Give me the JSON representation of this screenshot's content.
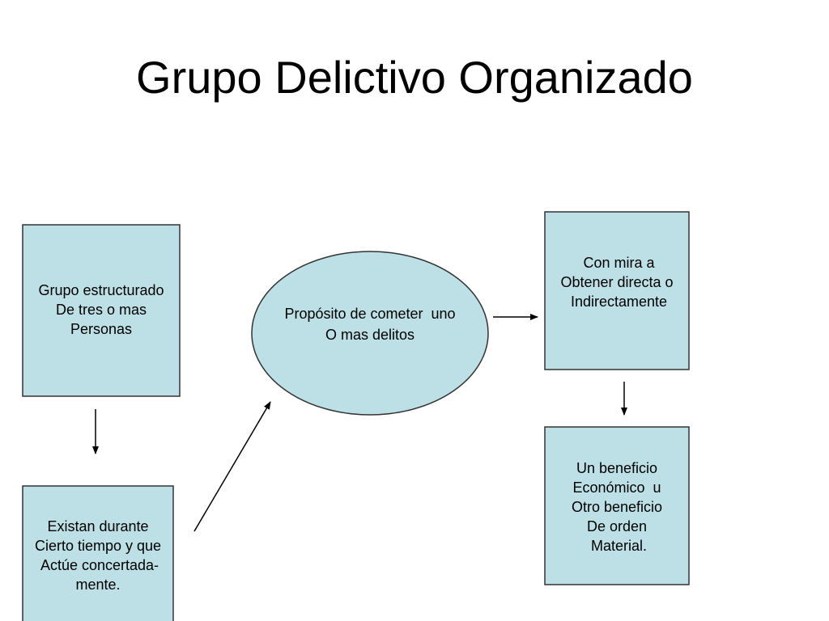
{
  "title": "Grupo Delictivo Organizado",
  "colors": {
    "box_fill": "#bde0e6",
    "border": "#333333",
    "arrow": "#000000",
    "text": "#000000"
  },
  "nodes": {
    "structured_group": [
      "Grupo estructurado",
      "De tres o mas",
      "Personas"
    ],
    "duration": [
      "Existan durante",
      "Cierto tiempo y que",
      " Actúe concertada-",
      "mente."
    ],
    "purpose": [
      "Propósito de cometer  uno",
      "O mas delitos"
    ],
    "aim": [
      " Con mira a",
      "Obtener directa o",
      " Indirectamente"
    ],
    "benefit": [
      "Un beneficio",
      "Económico  u",
      "Otro beneficio",
      "De orden",
      " Material."
    ]
  }
}
